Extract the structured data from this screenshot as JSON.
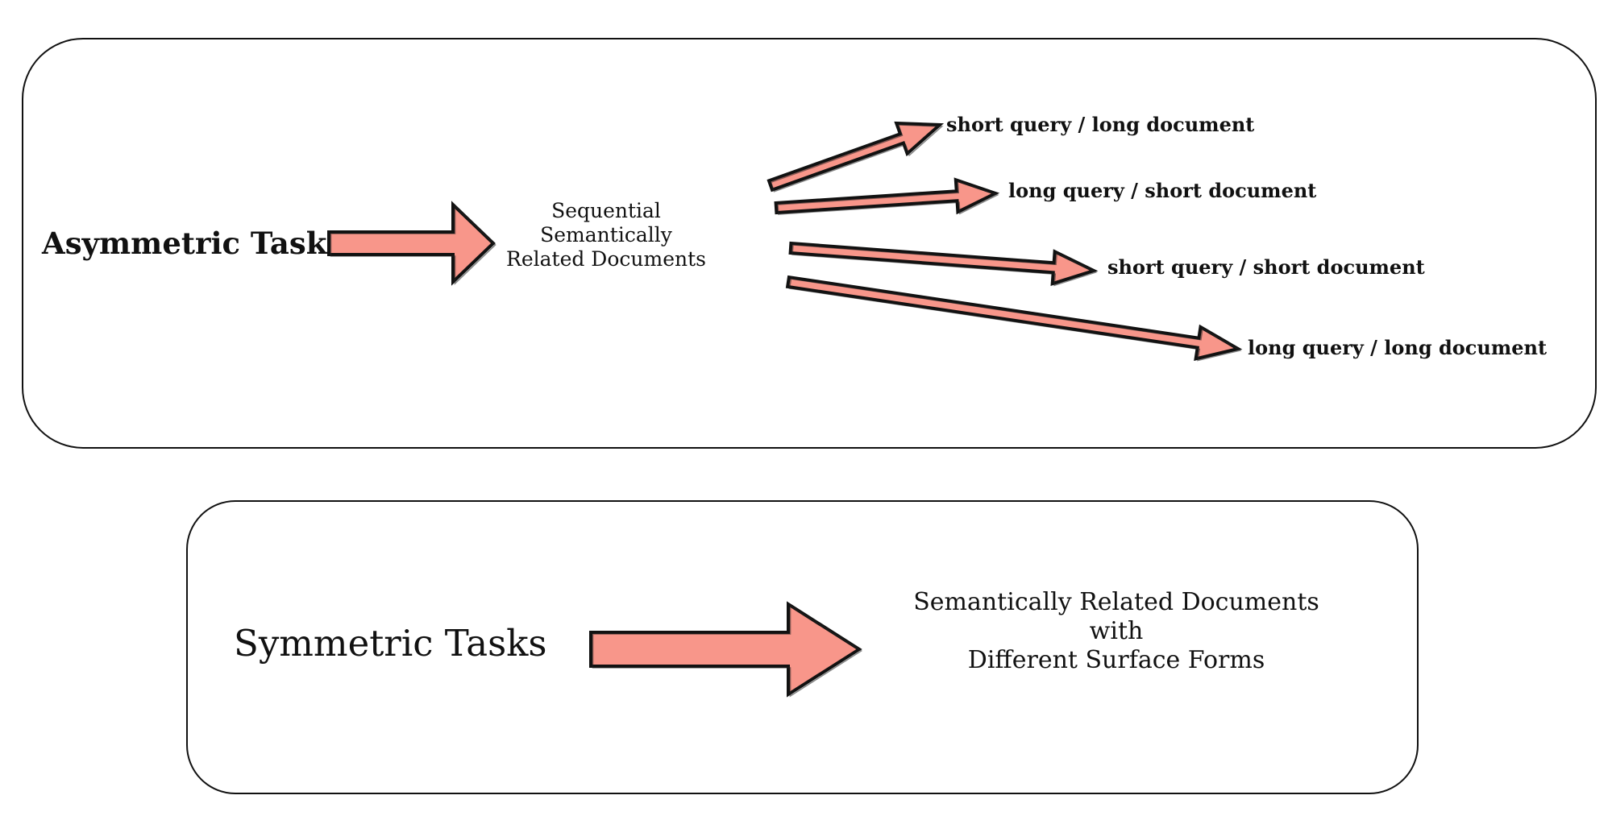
{
  "colors": {
    "arrow_fill": "#f8968a",
    "outline": "#111111",
    "background": "#ffffff"
  },
  "asymmetric": {
    "title": "Asymmetric Tasks",
    "middle": [
      "Sequential",
      "Semantically",
      "Related Documents"
    ],
    "outputs": [
      "short query / long document",
      "long query / short document",
      "short query / short document",
      "long query / long document"
    ]
  },
  "symmetric": {
    "title": "Symmetric Tasks",
    "result": [
      "Semantically Related Documents",
      "with",
      "Different Surface Forms"
    ]
  }
}
